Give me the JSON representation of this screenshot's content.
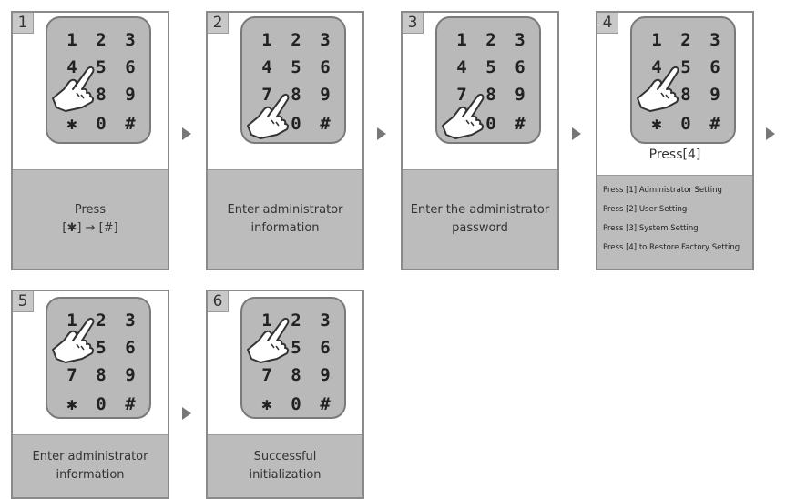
{
  "keys": [
    "1",
    "2",
    "3",
    "4",
    "5",
    "6",
    "7",
    "8",
    "9",
    "✱",
    "0",
    "#"
  ],
  "steps": [
    {
      "num": "1",
      "caption_lines": [
        "Press",
        "[✱] → [#]"
      ]
    },
    {
      "num": "2",
      "caption_lines": [
        "Enter administrator",
        "information"
      ]
    },
    {
      "num": "3",
      "caption_lines": [
        "Enter the administrator",
        "password"
      ]
    },
    {
      "num": "4",
      "press_label": "Press[4]",
      "menu": [
        "Press [1] Administrator Setting",
        "Press [2] User Setting",
        "Press [3] System Setting",
        "Press [4] to Restore Factory Setting"
      ]
    },
    {
      "num": "5",
      "caption_lines": [
        "Enter administrator",
        "information"
      ]
    },
    {
      "num": "6",
      "caption_lines": [
        "Successful",
        "initialization"
      ]
    }
  ]
}
